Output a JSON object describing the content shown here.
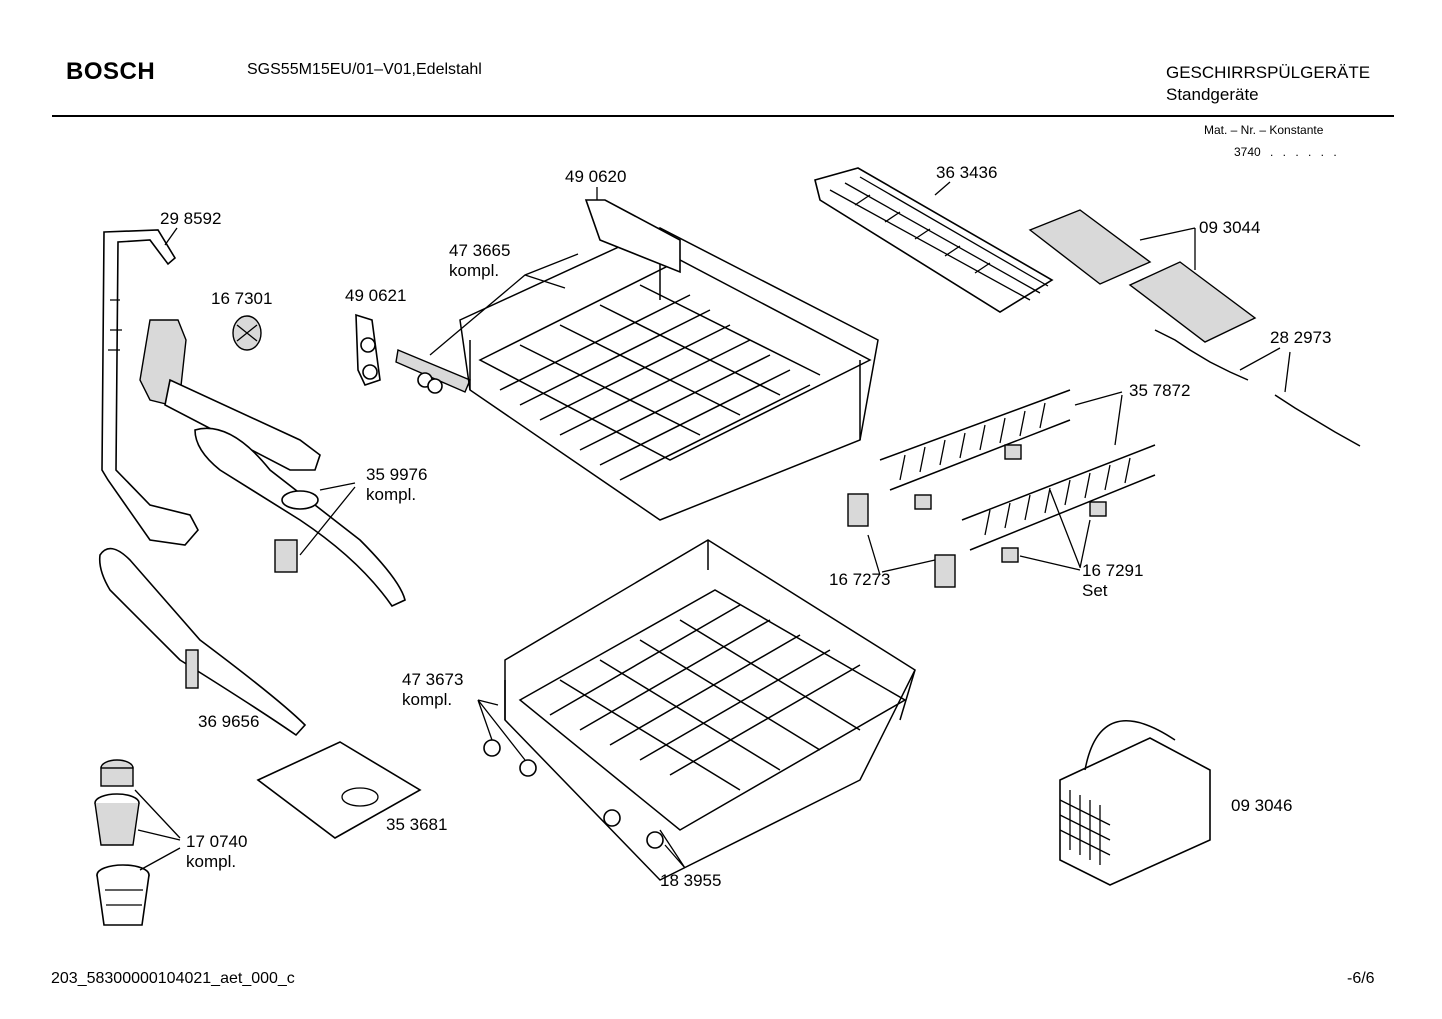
{
  "header": {
    "brand": "BOSCH",
    "model": "SGS55M15EU/01–V01,Edelstahl",
    "category": "GESCHIRRSPÜLGERÄTE",
    "subcategory": "Standgeräte",
    "mat_label": "Mat. – Nr. – Konstante",
    "mat_value": "3740",
    "mat_dots": ". .   . . . ."
  },
  "parts": [
    {
      "number": "29 8592",
      "note": ""
    },
    {
      "number": "16 7301",
      "note": ""
    },
    {
      "number": "49 0621",
      "note": ""
    },
    {
      "number": "47 3665",
      "note": "kompl."
    },
    {
      "number": "49 0620",
      "note": ""
    },
    {
      "number": "36 3436",
      "note": ""
    },
    {
      "number": "09 3044",
      "note": ""
    },
    {
      "number": "28 2973",
      "note": ""
    },
    {
      "number": "35 7872",
      "note": ""
    },
    {
      "number": "35 9976",
      "note": "kompl."
    },
    {
      "number": "16 7273",
      "note": ""
    },
    {
      "number": "16 7291",
      "note": "Set"
    },
    {
      "number": "36 9656",
      "note": ""
    },
    {
      "number": "47 3673",
      "note": "kompl."
    },
    {
      "number": "35 3681",
      "note": ""
    },
    {
      "number": "17 0740",
      "note": "kompl."
    },
    {
      "number": "18 3955",
      "note": ""
    },
    {
      "number": "09 3046",
      "note": ""
    }
  ],
  "footer": {
    "doc_id": "203_58300000104021_aet_000_c",
    "page": "-6/6"
  }
}
